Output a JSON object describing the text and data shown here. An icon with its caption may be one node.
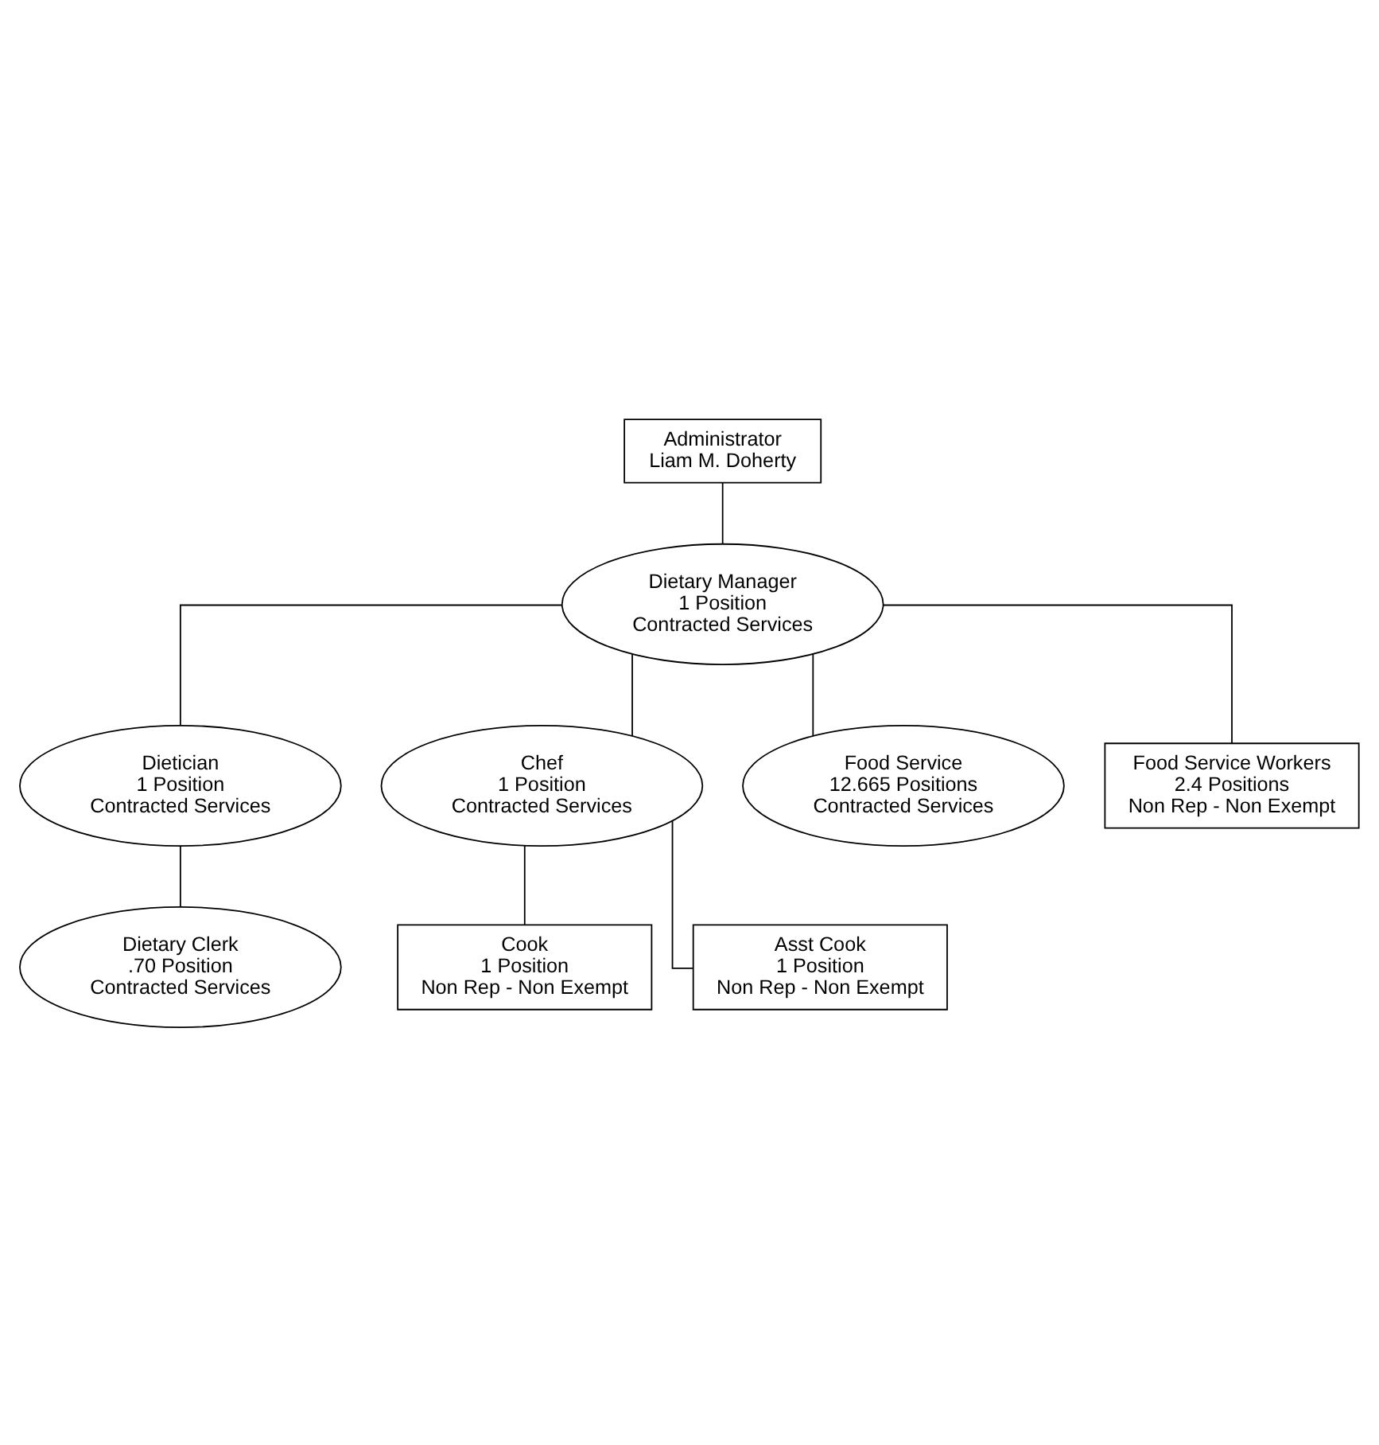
{
  "diagram": {
    "nodes": [
      {
        "text": [
          "Administrator",
          "Liam M. Doherty"
        ]
      },
      {
        "text": [
          "Dietary Manager",
          "1 Position",
          "Contracted Services"
        ]
      },
      {
        "text": [
          "Dietician",
          "1 Position",
          "Contracted Services"
        ]
      },
      {
        "text": [
          "Chef",
          "1 Position",
          "Contracted Services"
        ]
      },
      {
        "text": [
          "Dietary Clerk",
          ".70 Position",
          "Contracted Services"
        ]
      },
      {
        "text": [
          "Cook",
          "1 Position",
          "Non Rep - Non Exempt"
        ]
      },
      {
        "text": [
          "Asst Cook",
          "1 Position",
          "Non Rep - Non Exempt"
        ]
      },
      {
        "text": [
          "Food Service",
          "12.665 Positions",
          "Contracted Services"
        ]
      },
      {
        "text": [
          "Food Service Workers",
          "2.4 Positions",
          "Non Rep - Non Exempt"
        ]
      }
    ],
    "edges": [
      {
        "from": 0,
        "to": 1,
        "arrow": "none"
      },
      {
        "from": 1,
        "to": 2,
        "arrow": "none"
      },
      {
        "from": 1,
        "to": 3,
        "arrow": "none"
      },
      {
        "from": 2,
        "to": 4,
        "arrow": "none"
      },
      {
        "from": 3,
        "to": 5,
        "arrow": "none"
      },
      {
        "from": 3,
        "to": 6,
        "arrow": "none"
      },
      {
        "from": 1,
        "to": 7,
        "arrow": "none"
      },
      {
        "from": 1,
        "to": 8,
        "arrow": "none"
      }
    ]
  }
}
